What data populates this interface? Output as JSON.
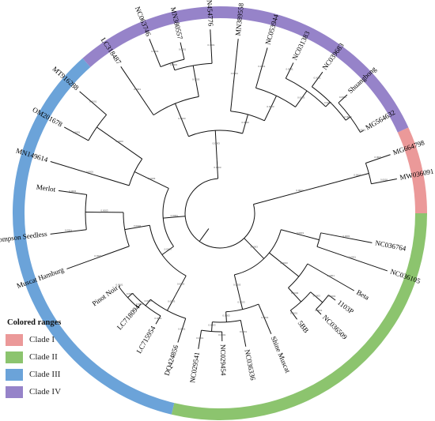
{
  "legend": {
    "title": "Colored ranges",
    "items": [
      {
        "label": "Clade I",
        "color": "#eb9999"
      },
      {
        "label": "Clade II",
        "color": "#8cc46e"
      },
      {
        "label": "Clade III",
        "color": "#6ba3d9"
      },
      {
        "label": "Clade IV",
        "color": "#9683c9"
      }
    ]
  },
  "tree": {
    "leaves": [
      {
        "label": "MG664798",
        "clade": "Clade I"
      },
      {
        "label": "MW036091",
        "clade": "Clade I"
      },
      {
        "label": "NC036764",
        "clade": "Clade II"
      },
      {
        "label": "NC036105",
        "clade": "Clade II"
      },
      {
        "label": "Beta",
        "clade": "Clade II"
      },
      {
        "label": "1103P",
        "clade": "Clade II"
      },
      {
        "label": "NC036509",
        "clade": "Clade II"
      },
      {
        "label": "5BB",
        "clade": "Clade II"
      },
      {
        "label": "Shine Muscat",
        "clade": "Clade II"
      },
      {
        "label": "NC036336",
        "clade": "Clade II"
      },
      {
        "label": "NC029454",
        "clade": "Clade II"
      },
      {
        "label": "NC029541",
        "clade": "Clade II"
      },
      {
        "label": "DQ424856",
        "clade": "Clade III"
      },
      {
        "label": "LC715954",
        "clade": "Clade III"
      },
      {
        "label": "LC718094",
        "clade": "Clade III"
      },
      {
        "label": "Pinot Noir",
        "clade": "Clade III"
      },
      {
        "label": "Muscat Hamburg",
        "clade": "Clade III"
      },
      {
        "label": "Thompson Seedless",
        "clade": "Clade III"
      },
      {
        "label": "Merlot",
        "clade": "Clade III"
      },
      {
        "label": "MN149614",
        "clade": "Clade III"
      },
      {
        "label": "OM201678",
        "clade": "Clade III"
      },
      {
        "label": "MT916288",
        "clade": "Clade III"
      },
      {
        "label": "LC318487",
        "clade": "Clade IV"
      },
      {
        "label": "NC063746",
        "clade": "Clade IV"
      },
      {
        "label": "MN380557",
        "clade": "Clade IV"
      },
      {
        "label": "MN454776",
        "clade": "Clade IV"
      },
      {
        "label": "MN389558",
        "clade": "Clade IV"
      },
      {
        "label": "NC053944",
        "clade": "Clade IV"
      },
      {
        "label": "NC031383",
        "clade": "Clade IV"
      },
      {
        "label": "NC039683",
        "clade": "Clade IV"
      },
      {
        "label": "Shuangbong",
        "clade": "Clade IV"
      },
      {
        "label": "MG564632",
        "clade": "Clade IV"
      }
    ]
  }
}
